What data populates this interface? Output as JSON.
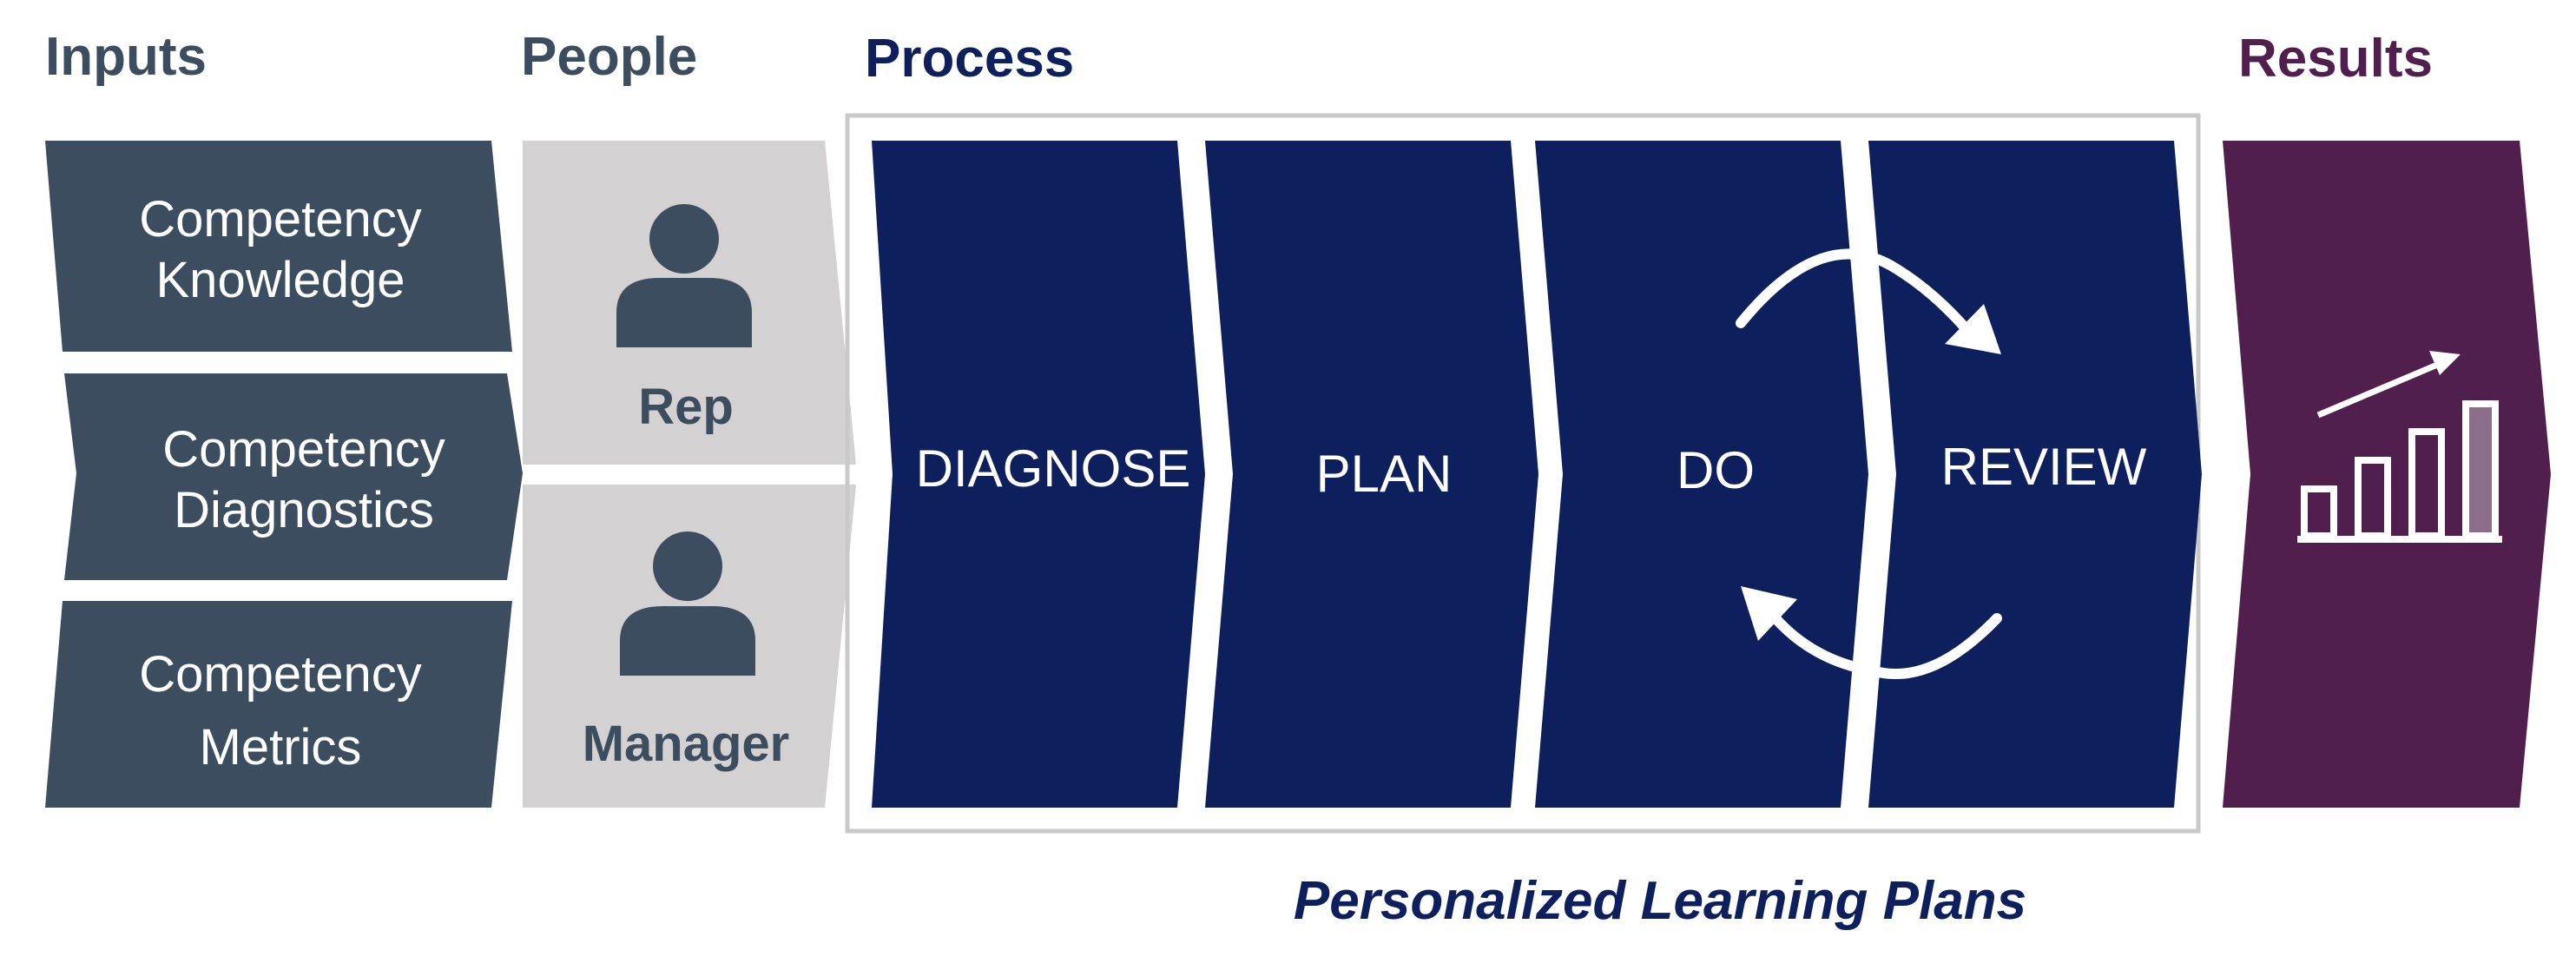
{
  "headers": {
    "inputs": "Inputs",
    "people": "People",
    "process": "Process",
    "results": "Results"
  },
  "inputs": [
    {
      "line1": "Competency",
      "line2": "Knowledge"
    },
    {
      "line1": "Competency",
      "line2": "Diagnostics"
    },
    {
      "line1": "Competency",
      "line2": "Metrics"
    }
  ],
  "people": [
    {
      "label": "Rep",
      "icon": "person-icon"
    },
    {
      "label": "Manager",
      "icon": "person-icon"
    }
  ],
  "process": {
    "stages": [
      "DIAGNOSE",
      "PLAN",
      "DO",
      "REVIEW"
    ],
    "cycle_icon": "cycle-arrows-icon"
  },
  "results": {
    "icon": "growth-chart-icon"
  },
  "footer": "Personalized Learning Plans",
  "colors": {
    "inputs": "#3c4d60",
    "people": "#d3d1d2",
    "process": "#0d1f5c",
    "results": "#511f4e",
    "header_inputs": "#3c4d60",
    "header_process": "#0d1f5c",
    "header_results": "#511f4e"
  }
}
